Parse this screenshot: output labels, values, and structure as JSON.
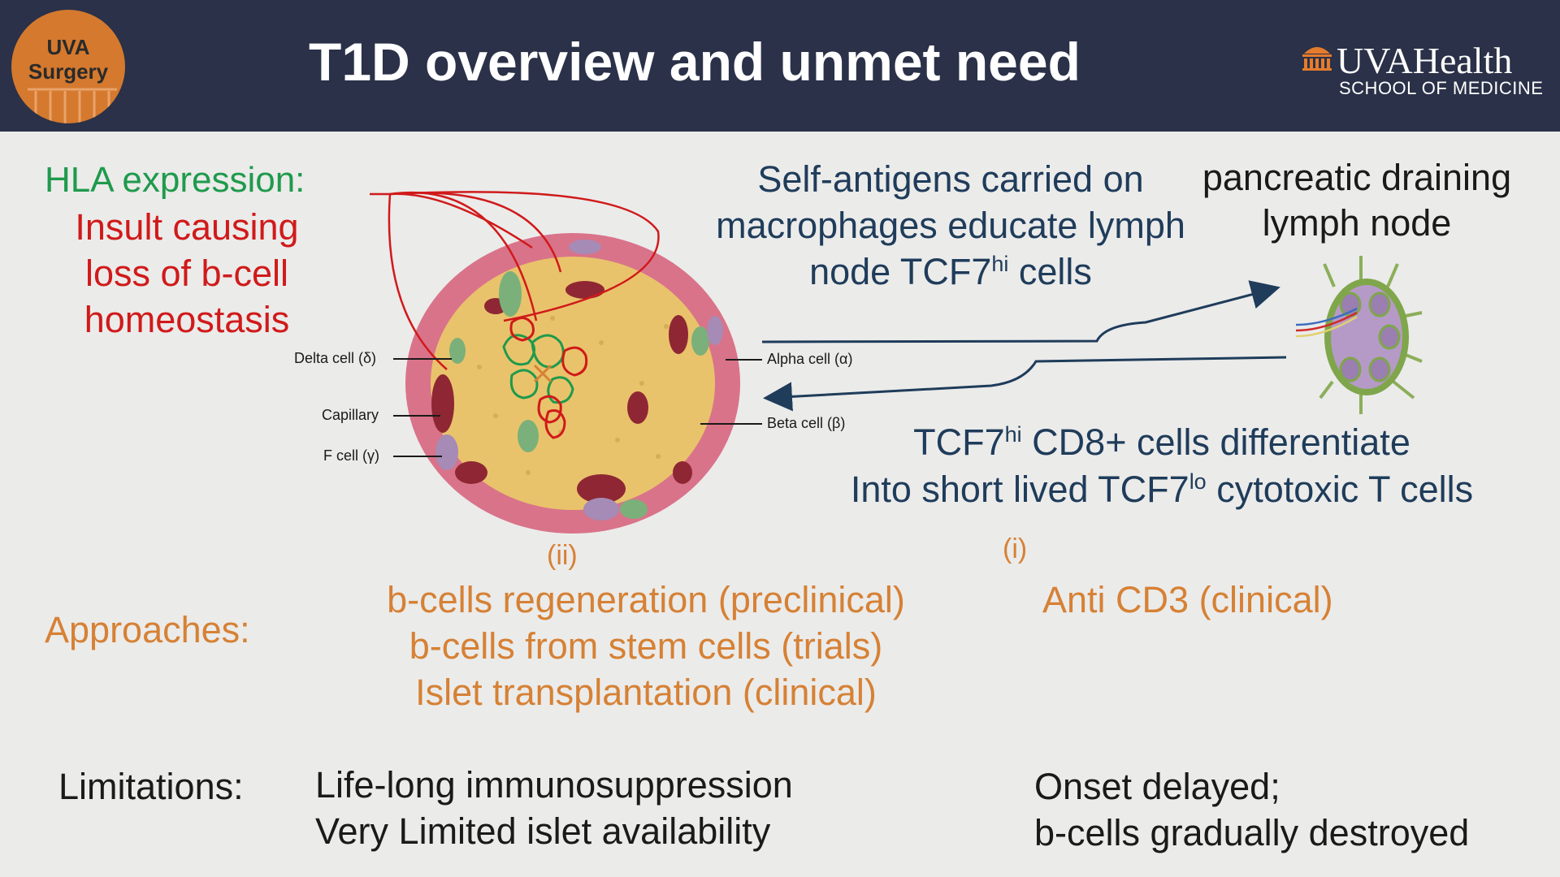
{
  "header": {
    "title": "T1D overview and unmet need",
    "badge_line1": "UVA",
    "badge_line2": "Surgery",
    "logo_brand": "UVAHealth",
    "logo_school": "SCHOOL OF MEDICINE"
  },
  "hla": {
    "heading": "HLA expression:",
    "lines": [
      "Insult causing",
      "loss of b-cell",
      "homeostasis"
    ]
  },
  "islet_labels": {
    "delta": "Delta cell (δ)",
    "capillary": "Capillary",
    "f_cell": "F cell (γ)",
    "alpha": "Alpha cell (α)",
    "beta": "Beta cell (β)"
  },
  "self_antigens": {
    "line1": "Self-antigens carried on",
    "line2": "macrophages educate lymph",
    "line3_pre": "node TCF7",
    "line3_sup": "hi",
    "line3_post": " cells"
  },
  "lymph_node": {
    "line1": "pancreatic draining",
    "line2": "lymph node"
  },
  "differentiate": {
    "l1_pre": "TCF7",
    "l1_sup": "hi",
    "l1_post": " CD8+ cells differentiate",
    "l2_pre": "Into short lived TCF7",
    "l2_sup": "lo",
    "l2_post": " cytotoxic T cells"
  },
  "markers": {
    "ii": "(ii)",
    "i": "(i)"
  },
  "approaches": {
    "label": "Approaches:",
    "items": [
      "b-cells regeneration (preclinical)",
      "b-cells from stem cells (trials)",
      "Islet transplantation (clinical)"
    ],
    "right": "Anti CD3 (clinical)"
  },
  "limitations": {
    "label": "Limitations:",
    "left": [
      "Life-long immunosuppression",
      "Very Limited islet availability"
    ],
    "right": [
      "Onset delayed;",
      "b-cells gradually destroyed"
    ]
  },
  "colors": {
    "header_bg": "#2a3148",
    "background": "#ebebea",
    "green": "#1f9a4c",
    "red": "#d01a1a",
    "blue": "#1f3c5a",
    "orange": "#d68135"
  }
}
